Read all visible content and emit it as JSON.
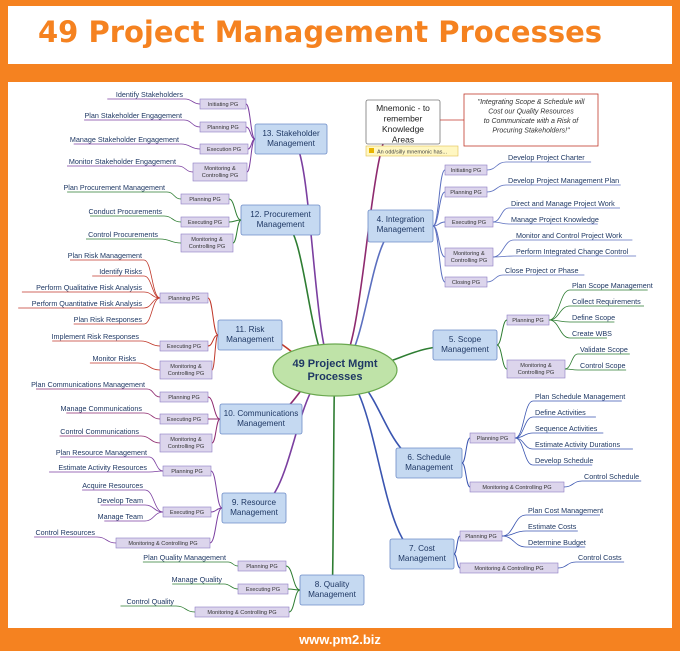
{
  "header": {
    "title": "49 Project Management Processes"
  },
  "footer": {
    "website": "www.pm2.biz"
  },
  "colors": {
    "orange": "#f58220",
    "central_fill": "#bfe3a8",
    "area_fill": "#c5d9f1",
    "pg_fill": "#dcd5ec"
  },
  "diagram": {
    "center": "49 Project Mgmt Processes",
    "mnemonic": {
      "label": "Mnemonic - to remember Knowledge Areas",
      "quote": "\"Integrating Scope & Schedule will Cost our Quality Resources to Communicate with a Risk of Procuring Stakeholders!\"",
      "note": "An odd/silly mnemonic has..."
    },
    "areas": [
      {
        "id": "integration",
        "label": "4. Integration Management",
        "groups": [
          {
            "label": "Initiating PG",
            "processes": [
              "Develop Project Charter"
            ]
          },
          {
            "label": "Planning PG",
            "processes": [
              "Develop Project Management Plan"
            ]
          },
          {
            "label": "Executing PG",
            "processes": [
              "Direct and Manage Project Work",
              "Manage Project Knowledge"
            ]
          },
          {
            "label": "Monitoring & Controlling PG",
            "processes": [
              "Monitor and Control Project Work",
              "Perform Integrated Change Control"
            ]
          },
          {
            "label": "Closing PG",
            "processes": [
              "Close Project or Phase"
            ]
          }
        ]
      },
      {
        "id": "scope",
        "label": "5. Scope Management",
        "groups": [
          {
            "label": "Planning PG",
            "processes": [
              "Plan Scope Management",
              "Collect Requirements",
              "Define Scope",
              "Create WBS"
            ]
          },
          {
            "label": "Monitoring & Controlling PG",
            "processes": [
              "Validate Scope",
              "Control Scope"
            ]
          }
        ]
      },
      {
        "id": "schedule",
        "label": "6. Schedule Management",
        "groups": [
          {
            "label": "Planning PG",
            "processes": [
              "Plan Schedule Management",
              "Define Activities",
              "Sequence Activities",
              "Estimate Activity Durations",
              "Develop Schedule"
            ]
          },
          {
            "label": "Monitoring & Controlling PG",
            "processes": [
              "Control Schedule"
            ]
          }
        ]
      },
      {
        "id": "cost",
        "label": "7. Cost Management",
        "groups": [
          {
            "label": "Planning PG",
            "processes": [
              "Plan Cost Management",
              "Estimate Costs",
              "Determine Budget"
            ]
          },
          {
            "label": "Monitoring & Controlling PG",
            "processes": [
              "Control Costs"
            ]
          }
        ]
      },
      {
        "id": "quality",
        "label": "8. Quality Management",
        "groups": [
          {
            "label": "Planning PG",
            "processes": [
              "Plan Quality Management"
            ]
          },
          {
            "label": "Executing PG",
            "processes": [
              "Manage Quality"
            ]
          },
          {
            "label": "Monitoring & Controlling PG",
            "processes": [
              "Control Quality"
            ]
          }
        ]
      },
      {
        "id": "resource",
        "label": "9. Resource Management",
        "groups": [
          {
            "label": "Planning PG",
            "processes": [
              "Plan Resource Management",
              "Estimate Activity Resources"
            ]
          },
          {
            "label": "Executing PG",
            "processes": [
              "Acquire Resources",
              "Develop Team",
              "Manage Team"
            ]
          },
          {
            "label": "Monitoring & Controlling PG",
            "processes": [
              "Control Resources"
            ]
          }
        ]
      },
      {
        "id": "communications",
        "label": "10. Communications Management",
        "groups": [
          {
            "label": "Planning PG",
            "processes": [
              "Plan Communications Management"
            ]
          },
          {
            "label": "Executing PG",
            "processes": [
              "Manage Communications"
            ]
          },
          {
            "label": "Monitoring & Controlling PG",
            "processes": [
              "Control Communications"
            ]
          }
        ]
      },
      {
        "id": "risk",
        "label": "11. Risk Management",
        "groups": [
          {
            "label": "Planning PG",
            "processes": [
              "Plan Risk Management",
              "Identify Risks",
              "Perform Qualitative Risk Analysis",
              "Perform Quantitative Risk Analysis",
              "Plan Risk Responses"
            ]
          },
          {
            "label": "Executing PG",
            "processes": [
              "Implement Risk Responses"
            ]
          },
          {
            "label": "Monitoring & Controlling PG",
            "processes": [
              "Monitor Risks"
            ]
          }
        ]
      },
      {
        "id": "procurement",
        "label": "12. Procurement Management",
        "groups": [
          {
            "label": "Planning PG",
            "processes": [
              "Plan Procurement Management"
            ]
          },
          {
            "label": "Executing PG",
            "processes": [
              "Conduct Procurements"
            ]
          },
          {
            "label": "Monitoring & Controlling PG",
            "processes": [
              "Control Procurements"
            ]
          }
        ]
      },
      {
        "id": "stakeholder",
        "label": "13. Stakeholder Management",
        "groups": [
          {
            "label": "Initiating PG",
            "processes": [
              "Identify Stakeholders"
            ]
          },
          {
            "label": "Planning PG",
            "processes": [
              "Plan Stakeholder Engagement"
            ]
          },
          {
            "label": "Execution PG",
            "processes": [
              "Manage Stakeholder Engagement"
            ]
          },
          {
            "label": "Monitoring & Controlling PG",
            "processes": [
              "Monitor Stakeholder Engagement"
            ]
          }
        ]
      }
    ]
  }
}
